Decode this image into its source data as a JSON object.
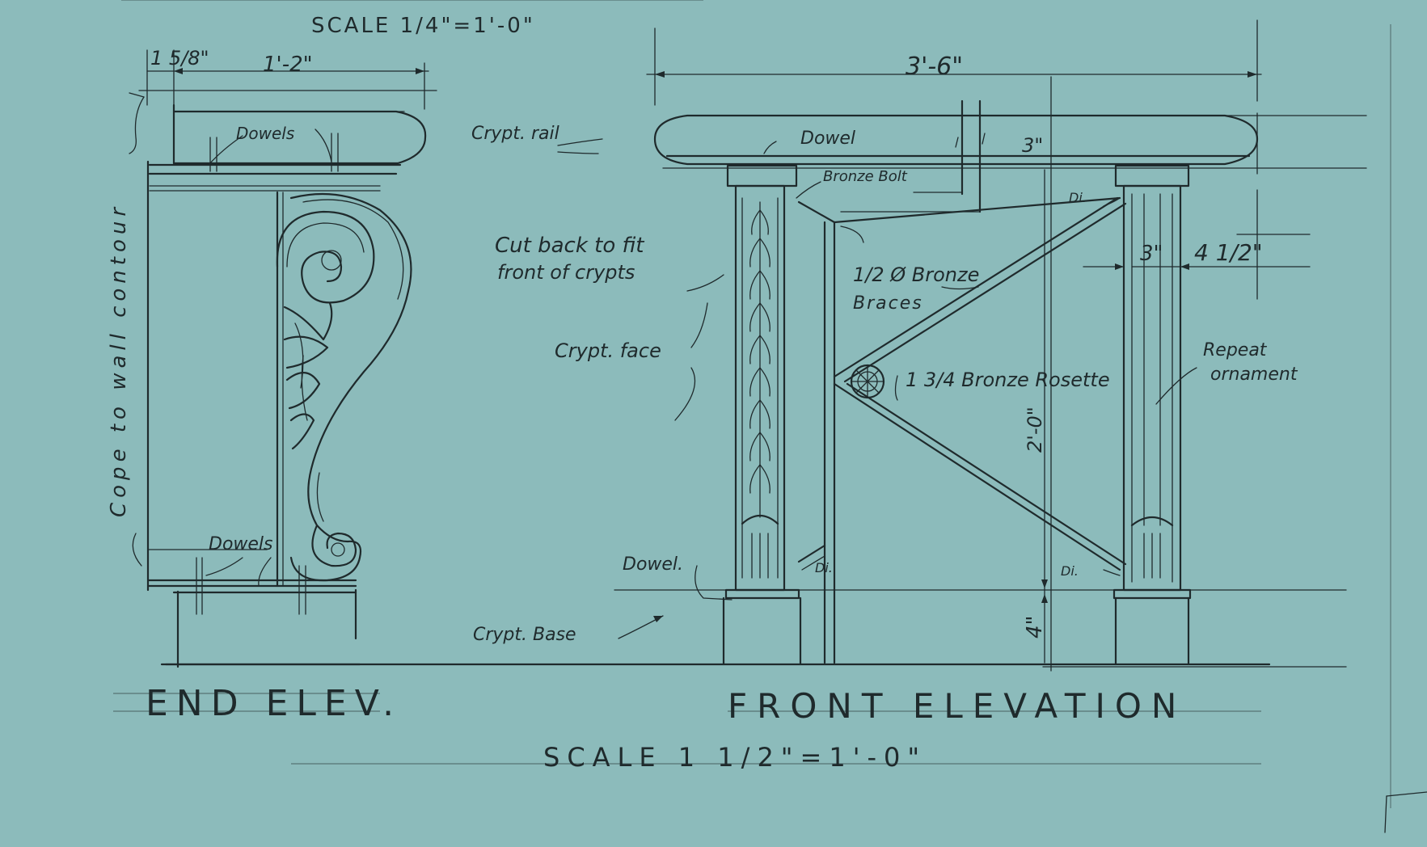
{
  "scale_top": "SCALE 1/4\"=1'-0\"",
  "dims": {
    "cap_width": "1 5/8\"",
    "end_width": "1'-2\"",
    "front_width": "3'-6\"",
    "rail_height": "3\"",
    "post_width": "3\"",
    "post_offset": "4 1/2\"",
    "height": "2'-0\"",
    "base_height": "4\""
  },
  "labels": {
    "cope": "Cope to wall contour",
    "dowels_top": "Dowels",
    "dowels_bottom": "Dowels",
    "crypt_rail": "Crypt. rail",
    "dowel_top": "Dowel",
    "bronze_bolt": "Bronze Bolt",
    "cut_back_1": "Cut back to fit",
    "cut_back_2": "front of crypts",
    "bronze_braces_1": "1/2 Ø Bronze",
    "bronze_braces_2": "Braces",
    "crypt_face": "Crypt. face",
    "rosette": "1 3/4 Bronze Rosette",
    "repeat_1": "Repeat",
    "repeat_2": "ornament",
    "dowel_bottom": "Dowel.",
    "crypt_base": "Crypt. Base",
    "dia_1": "Di.",
    "dia_2": "Di.",
    "dia_3": "Di."
  },
  "titles": {
    "end": "END ELEV.",
    "front": "FRONT ELEVATION",
    "scale": "SCALE 1 1/2\"=1'-0\""
  }
}
